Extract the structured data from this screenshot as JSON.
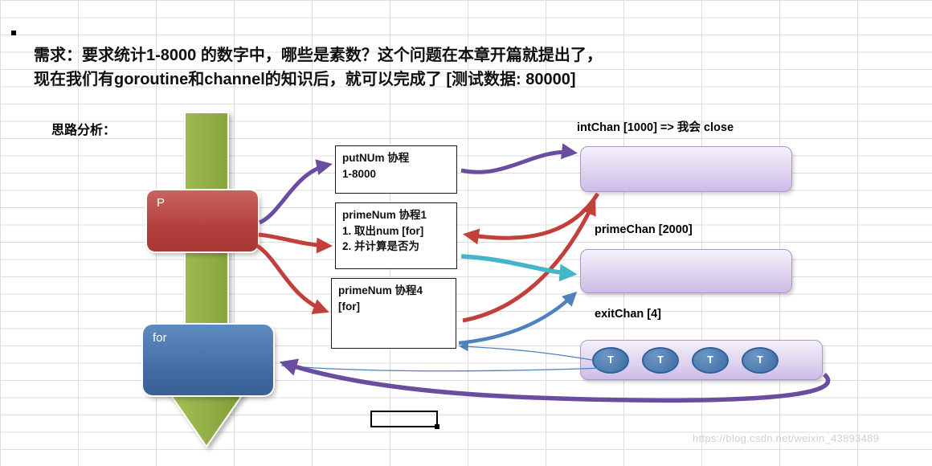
{
  "title": {
    "line1": "需求：要求统计1-8000 的数字中，哪些是素数？这个问题在本章开篇就提出了，",
    "line2": "现在我们有goroutine和channel的知识后，就可以完成了 [测试数据: 80000]"
  },
  "analysis_label": "思路分析：",
  "nodes": {
    "p_box": {
      "label": "P"
    },
    "for_box": {
      "label": "for"
    },
    "putnum_box": {
      "line1": "putNUm 协程",
      "line2": "1-8000"
    },
    "primenum1_box": {
      "line1": "primeNum 协程1",
      "line2": "1. 取出num [for]",
      "line3": "2. 并计算是否为"
    },
    "primenum4_box": {
      "line1": "primeNum 协程4",
      "line2": "[for]"
    }
  },
  "channels": {
    "intchan": {
      "label": "intChan [1000]  => 我会 close"
    },
    "primechan": {
      "label": "primeChan [2000]"
    },
    "exitchan": {
      "label": "exitChan [4]",
      "tokens": [
        "T",
        "T",
        "T",
        "T"
      ]
    }
  },
  "watermark": "https://blog.csdn.net/weixin_43893489",
  "colors": {
    "green_arrow": "#94b23d",
    "red_box": "#b4403d",
    "blue_box": "#41699f",
    "channel_fill": "#d9cdee",
    "arrow_purple": "#6a4d9e",
    "arrow_red": "#c2403b",
    "arrow_teal": "#45b6c8",
    "arrow_blue": "#4f81bd",
    "token_fill": "#3c6ca2"
  }
}
